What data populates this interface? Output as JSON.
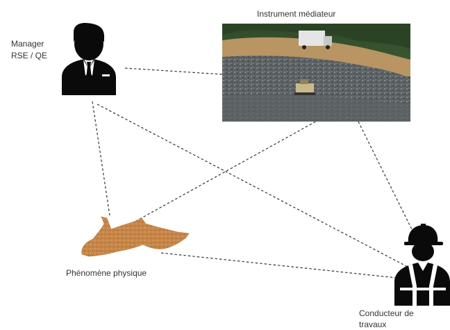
{
  "nodes": {
    "manager": {
      "label_line1": "Manager",
      "label_line2": "RSE / QE",
      "icon": "businessman-icon"
    },
    "instrument": {
      "label": "Instrument médiateur",
      "image": "landfill-photo"
    },
    "phenomene": {
      "label": "Phénomène physique",
      "icon": "waste-pile-shape"
    },
    "conducteur": {
      "label_line1": "Conducteur de",
      "label_line2": "travaux",
      "icon": "construction-worker-icon"
    }
  },
  "edges": [
    {
      "from": "manager",
      "to": "instrument"
    },
    {
      "from": "manager",
      "to": "phenomene"
    },
    {
      "from": "manager",
      "to": "conducteur"
    },
    {
      "from": "instrument",
      "to": "phenomene"
    },
    {
      "from": "instrument",
      "to": "conducteur"
    },
    {
      "from": "phenomene",
      "to": "conducteur"
    }
  ],
  "colors": {
    "person": "#0a0a0a",
    "tie_shirt": "#ffffff",
    "waste": "#c9884a",
    "line": "#333333"
  }
}
